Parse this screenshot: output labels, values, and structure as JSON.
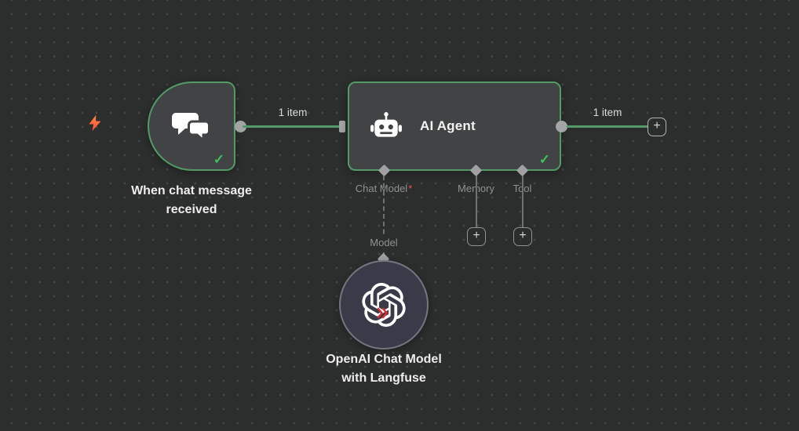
{
  "canvas": {
    "background": "#2c2d2d",
    "dot_color": "#464747"
  },
  "colors": {
    "node_background": "#414344",
    "node_border_green": "#549a68",
    "connection_green": "#549a68",
    "check_green": "#3fc163",
    "connector_gray": "#a2a4a6",
    "port_label_gray": "#8f9193",
    "required_asterisk_red": "#ef5350",
    "bolt_red": "#ff5c47",
    "model_node_background": "#3a3b48",
    "model_node_border": "#74767f",
    "text_light": "#ededed"
  },
  "nodes": {
    "trigger": {
      "label": "When chat message received",
      "icon": "chat-bubbles-icon",
      "status": "success"
    },
    "agent": {
      "title": "AI Agent",
      "icon": "robot-icon",
      "status": "success",
      "ports": [
        {
          "label": "Chat Model",
          "required": "*"
        },
        {
          "label": "Memory"
        },
        {
          "label": "Tool"
        }
      ]
    },
    "model": {
      "label": "OpenAI Chat Model with Langfuse",
      "icon": "openai-icon",
      "badge": "langfuse-badge-icon"
    }
  },
  "connections": {
    "trigger_to_agent": {
      "label": "1 item"
    },
    "agent_output": {
      "label": "1 item"
    },
    "chat_model_port": {
      "label": "Model"
    }
  },
  "ui": {
    "plus": "+",
    "check": "✓"
  }
}
